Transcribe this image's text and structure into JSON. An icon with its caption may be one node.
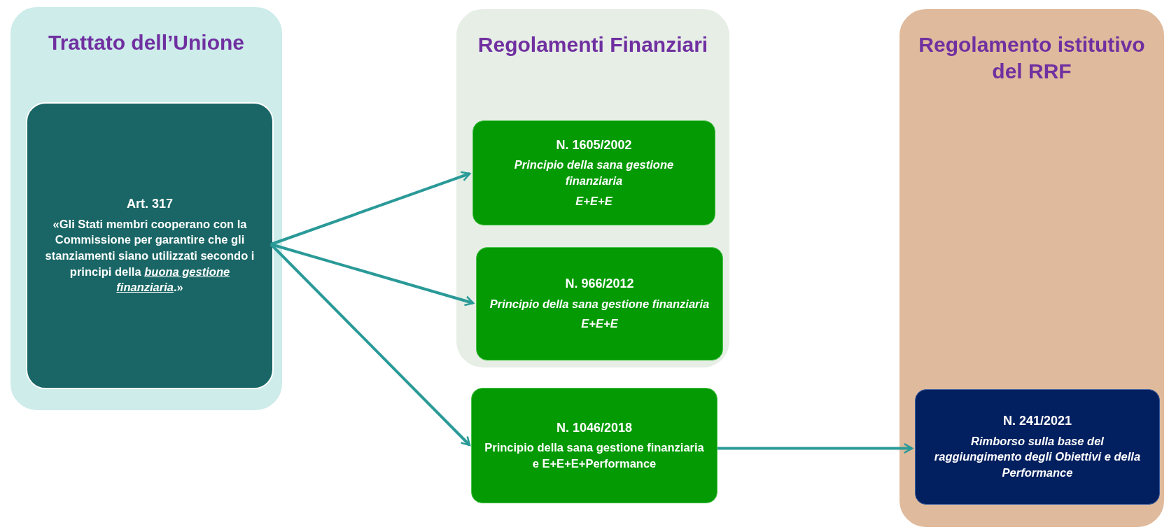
{
  "diagram": {
    "nodes": [
      {
        "text": [
          "Trattato dell’Unione"
        ]
      },
      {
        "text": [
          "Art. 317",
          "«Gli Stati membri cooperano con la Commissione per garantire che gli stanziamenti siano utilizzati secondo i principi della *buona gestione finanziaria*.»"
        ],
        "in": 0
      },
      {
        "text": [
          "Regolamenti Finanziari"
        ]
      },
      {
        "text": [
          "N. 1605/2002",
          "Principio della sana gestione finanziaria",
          "E+E+E"
        ],
        "in": 2
      },
      {
        "text": [
          "N. 966/2012",
          "Principio della sana gestione finanziaria",
          "E+E+E"
        ],
        "in": 2
      },
      {
        "text": [
          "N. 1046/2018",
          "Principio della sana gestione finanziaria e E+E+E+Performance"
        ]
      },
      {
        "text": [
          "Regolamento istitutivo del RRF"
        ]
      },
      {
        "text": [
          "N. 241/2021",
          "Rimborso sulla base del raggiungimento degli Obiettivi e della Performance"
        ],
        "in": 6
      }
    ],
    "edges": [
      {
        "from": 1,
        "to": 3,
        "arrow": "to"
      },
      {
        "from": 1,
        "to": 4,
        "arrow": "to"
      },
      {
        "from": 1,
        "to": 5,
        "arrow": "to"
      },
      {
        "from": 5,
        "to": 7,
        "arrow": "to"
      }
    ]
  }
}
